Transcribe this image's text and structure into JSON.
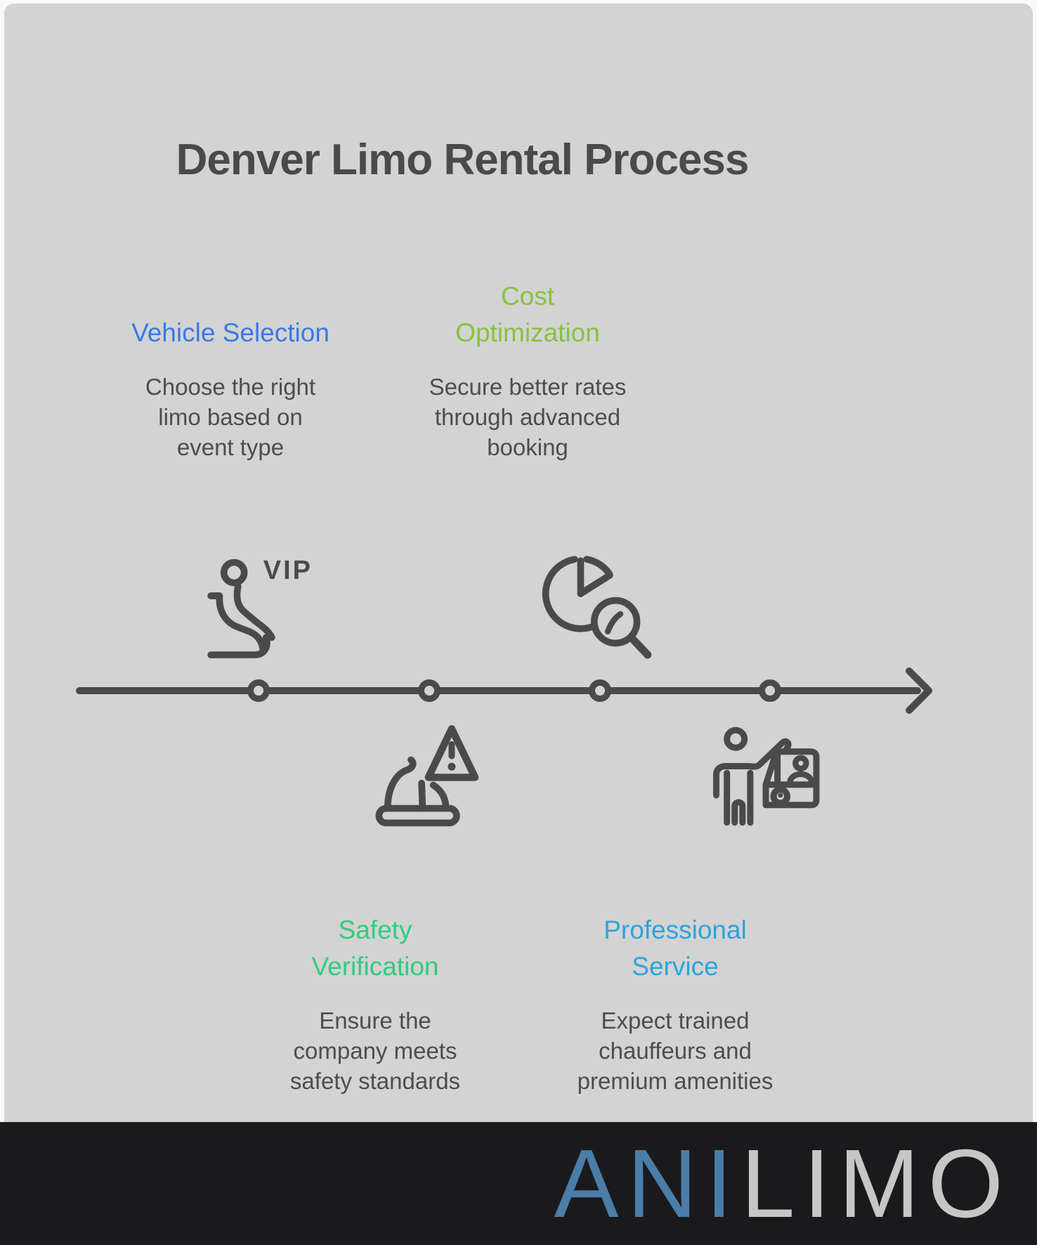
{
  "title": "Denver Limo Rental Process",
  "steps": [
    {
      "id": 1,
      "title": "Vehicle Selection",
      "title_lines": [
        "Vehicle Selection"
      ],
      "description": "Choose the right limo based on event type",
      "description_lines": [
        "Choose the right",
        "limo based on",
        "event type"
      ],
      "accent_color": "#3c78e6",
      "icon": "vip-passenger-seat-icon",
      "icon_label": "VIP",
      "timeline_side": "above"
    },
    {
      "id": 2,
      "title": "Cost Optimization",
      "title_lines": [
        "Cost",
        "Optimization"
      ],
      "description": "Secure better rates through advanced booking",
      "description_lines": [
        "Secure better rates",
        "through advanced",
        "booking"
      ],
      "accent_color": "#86c23e",
      "icon": "pie-chart-magnifier-icon",
      "timeline_side": "above"
    },
    {
      "id": 3,
      "title": "Safety Verification",
      "title_lines": [
        "Safety",
        "Verification"
      ],
      "description": "Ensure the company meets safety standards",
      "description_lines": [
        "Ensure the",
        "company meets",
        "safety standards"
      ],
      "accent_color": "#30cc80",
      "icon": "hard-hat-warning-icon",
      "timeline_side": "below"
    },
    {
      "id": 4,
      "title": "Professional Service",
      "title_lines": [
        "Professional",
        "Service"
      ],
      "description": "Expect trained chauffeurs and premium amenities",
      "description_lines": [
        "Expect trained",
        "chauffeurs and",
        "premium amenities"
      ],
      "accent_color": "#2ba4dc",
      "icon": "chauffeur-greeting-car-icon",
      "timeline_side": "below"
    }
  ],
  "timeline": {
    "direction": "left-to-right",
    "node_count": 4,
    "style": "horizontal arrow with hollow circle nodes"
  },
  "footer": {
    "logo_text": "ANILIMO",
    "logo_part1": "ANI",
    "logo_part2": "LIMO"
  },
  "colors": {
    "outer_background": "#f8fafa",
    "panel_background": "#d3d3d3",
    "ink": "#4a4a4a",
    "body_text": "#4d4d4d",
    "step1_accent": "#3c78e6",
    "step2_accent": "#86c23e",
    "step3_accent": "#30cc80",
    "step4_accent": "#2ba4dc",
    "footer_background": "#1a1a1c",
    "logo_blue": "#4a7da8",
    "logo_gray": "#c6c6c6"
  }
}
